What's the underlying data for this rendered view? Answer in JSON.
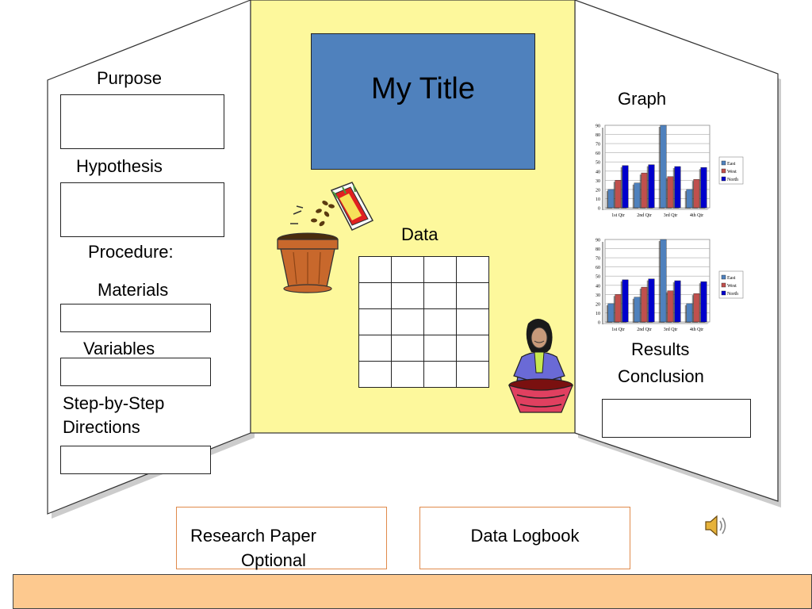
{
  "left_panel": {
    "purpose_label": "Purpose",
    "hypothesis_label": "Hypothesis",
    "procedure_label": "Procedure:",
    "materials_label": "Materials",
    "variables_label": "Variables",
    "steps_label_line1": "Step-by-Step",
    "steps_label_line2": "Directions"
  },
  "center_panel": {
    "title": "My Title",
    "data_label": "Data",
    "table_rows": 5,
    "table_cols": 4
  },
  "right_panel": {
    "graph_label": "Graph",
    "results_label": "Results",
    "conclusion_label": "Conclusion"
  },
  "bottom": {
    "research_paper_line1": "Research Paper",
    "research_paper_line2": "Optional",
    "data_logbook": "Data Logbook"
  },
  "colors": {
    "center_panel": "#fdf89c",
    "title_box": "#4f81bd",
    "bottom_bar": "#fdc98f",
    "orange_border": "#e08a4b"
  },
  "icons": [
    "seed-packet-icon",
    "flower-pot-icon",
    "woman-gardener-icon",
    "speaker-icon"
  ],
  "chart_data": [
    {
      "type": "bar",
      "categories": [
        "1st Qtr",
        "2nd Qtr",
        "3rd Qtr",
        "4th Qtr"
      ],
      "series": [
        {
          "name": "East",
          "values": [
            20,
            27,
            90,
            20
          ],
          "color": "#4f81bd"
        },
        {
          "name": "West",
          "values": [
            30,
            38,
            34,
            31
          ],
          "color": "#c0504d"
        },
        {
          "name": "North",
          "values": [
            46,
            47,
            45,
            44
          ],
          "color": "#0000cc"
        }
      ],
      "ylim": [
        0,
        90
      ],
      "yticks": [
        0,
        10,
        20,
        30,
        40,
        50,
        60,
        70,
        80,
        90
      ],
      "grid": true,
      "legend": "right"
    },
    {
      "type": "bar",
      "categories": [
        "1st Qtr",
        "2nd Qtr",
        "3rd Qtr",
        "4th Qtr"
      ],
      "series": [
        {
          "name": "East",
          "values": [
            20,
            27,
            90,
            20
          ],
          "color": "#4f81bd"
        },
        {
          "name": "West",
          "values": [
            30,
            38,
            34,
            31
          ],
          "color": "#c0504d"
        },
        {
          "name": "North",
          "values": [
            46,
            47,
            45,
            44
          ],
          "color": "#0000cc"
        }
      ],
      "ylim": [
        0,
        90
      ],
      "yticks": [
        0,
        10,
        20,
        30,
        40,
        50,
        60,
        70,
        80,
        90
      ],
      "grid": true,
      "legend": "right"
    }
  ]
}
